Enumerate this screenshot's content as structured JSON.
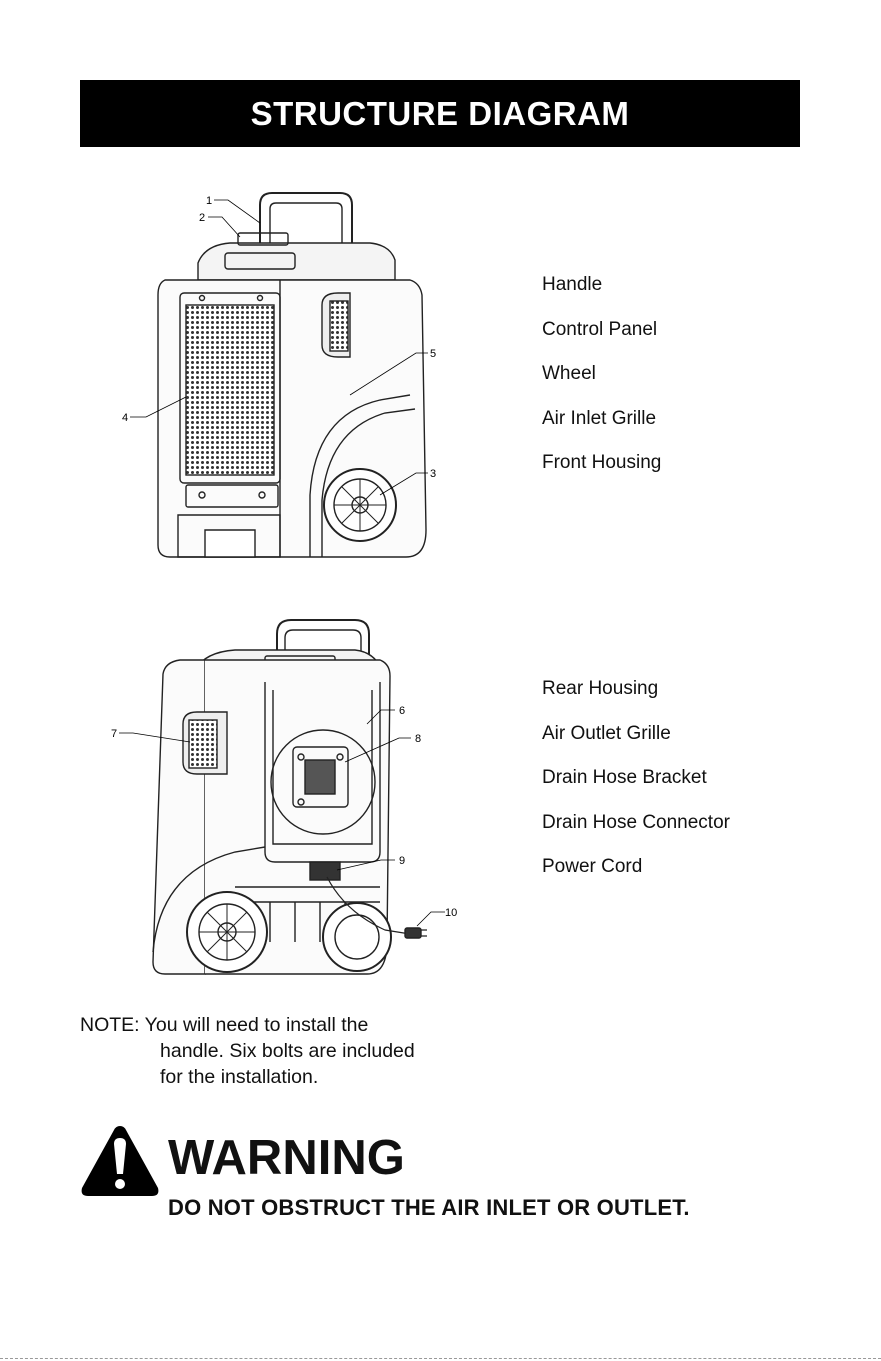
{
  "banner": {
    "title": "STRUCTURE DIAGRAM"
  },
  "front_view": {
    "callouts": [
      "1",
      "2",
      "4",
      "5",
      "3"
    ],
    "legend": [
      "Handle",
      "Control Panel",
      "Wheel",
      "Air Inlet Grille",
      "Front Housing"
    ]
  },
  "rear_view": {
    "callouts": [
      "7",
      "6",
      "8",
      "9",
      "10"
    ],
    "legend": [
      "Rear Housing",
      "Air Outlet Grille",
      "Drain Hose Bracket",
      "Drain Hose Connector",
      "Power Cord"
    ]
  },
  "note": {
    "line1": "NOTE: You will need to install the",
    "line2": "handle. Six bolts are included",
    "line3": "for the installation."
  },
  "warning": {
    "title": "WARNING",
    "text": "DO NOT OBSTRUCT THE AIR INLET OR OUTLET.",
    "icon": "exclamation-triangle-icon"
  }
}
